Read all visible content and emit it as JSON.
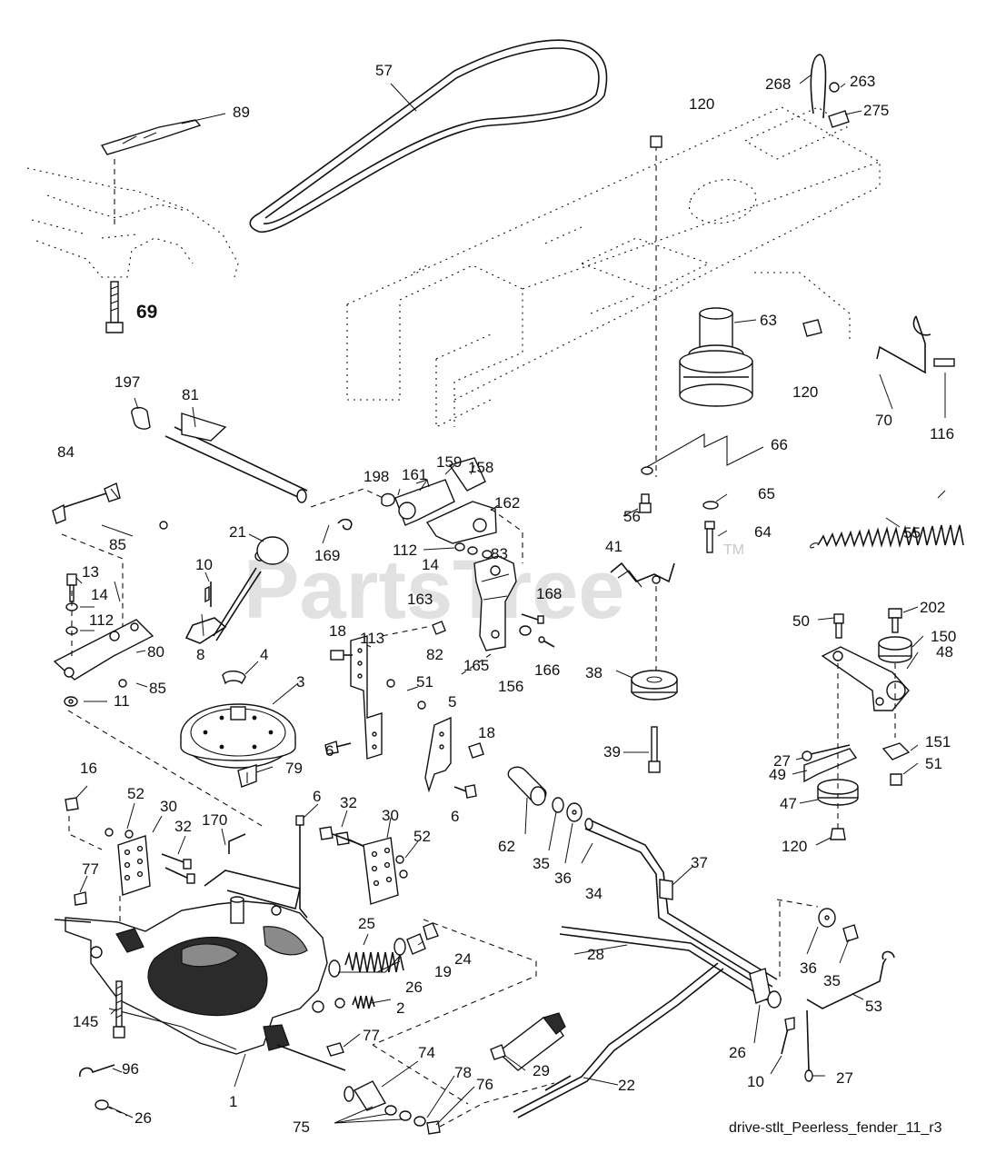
{
  "watermark": {
    "text": "PartsTree",
    "trademark": "TM"
  },
  "caption": "drive-stlt_Peerless_fender_11_r3",
  "callouts": [
    {
      "id": "c-57",
      "text": "57"
    },
    {
      "id": "c-89",
      "text": "89"
    },
    {
      "id": "c-69",
      "text": "69"
    },
    {
      "id": "c-120a",
      "text": "120"
    },
    {
      "id": "c-268",
      "text": "268"
    },
    {
      "id": "c-263",
      "text": "263"
    },
    {
      "id": "c-275",
      "text": "275"
    },
    {
      "id": "c-63",
      "text": "63"
    },
    {
      "id": "c-120b",
      "text": "120"
    },
    {
      "id": "c-70",
      "text": "70"
    },
    {
      "id": "c-116",
      "text": "116"
    },
    {
      "id": "c-197",
      "text": "197"
    },
    {
      "id": "c-81",
      "text": "81"
    },
    {
      "id": "c-84",
      "text": "84"
    },
    {
      "id": "c-85a",
      "text": "85"
    },
    {
      "id": "c-198",
      "text": "198"
    },
    {
      "id": "c-161",
      "text": "161"
    },
    {
      "id": "c-159",
      "text": "159"
    },
    {
      "id": "c-158",
      "text": "158"
    },
    {
      "id": "c-162",
      "text": "162"
    },
    {
      "id": "c-66",
      "text": "66"
    },
    {
      "id": "c-65",
      "text": "65"
    },
    {
      "id": "c-56",
      "text": "56"
    },
    {
      "id": "c-64",
      "text": "64"
    },
    {
      "id": "c-55",
      "text": "55"
    },
    {
      "id": "c-21",
      "text": "21"
    },
    {
      "id": "c-169",
      "text": "169"
    },
    {
      "id": "c-112a",
      "text": "112"
    },
    {
      "id": "c-14a",
      "text": "14"
    },
    {
      "id": "c-83",
      "text": "83"
    },
    {
      "id": "c-41",
      "text": "41"
    },
    {
      "id": "c-13",
      "text": "13"
    },
    {
      "id": "c-10a",
      "text": "10"
    },
    {
      "id": "c-14b",
      "text": "14"
    },
    {
      "id": "c-163",
      "text": "163"
    },
    {
      "id": "c-168",
      "text": "168"
    },
    {
      "id": "c-112b",
      "text": "112"
    },
    {
      "id": "c-80",
      "text": "80"
    },
    {
      "id": "c-8",
      "text": "8"
    },
    {
      "id": "c-82",
      "text": "82"
    },
    {
      "id": "c-165",
      "text": "165"
    },
    {
      "id": "c-166",
      "text": "166"
    },
    {
      "id": "c-156",
      "text": "156"
    },
    {
      "id": "c-50",
      "text": "50"
    },
    {
      "id": "c-202",
      "text": "202"
    },
    {
      "id": "c-150",
      "text": "150"
    },
    {
      "id": "c-48",
      "text": "48"
    },
    {
      "id": "c-4",
      "text": "4"
    },
    {
      "id": "c-18a",
      "text": "18"
    },
    {
      "id": "c-113",
      "text": "113"
    },
    {
      "id": "c-85b",
      "text": "85"
    },
    {
      "id": "c-51a",
      "text": "51"
    },
    {
      "id": "c-38",
      "text": "38"
    },
    {
      "id": "c-11",
      "text": "11"
    },
    {
      "id": "c-3",
      "text": "3"
    },
    {
      "id": "c-5",
      "text": "5"
    },
    {
      "id": "c-18b",
      "text": "18"
    },
    {
      "id": "c-6a",
      "text": "6"
    },
    {
      "id": "c-27a",
      "text": "27"
    },
    {
      "id": "c-151",
      "text": "151"
    },
    {
      "id": "c-51b",
      "text": "51"
    },
    {
      "id": "c-39",
      "text": "39"
    },
    {
      "id": "c-79",
      "text": "79"
    },
    {
      "id": "c-49",
      "text": "49"
    },
    {
      "id": "c-16",
      "text": "16"
    },
    {
      "id": "c-52a",
      "text": "52"
    },
    {
      "id": "c-30a",
      "text": "30"
    },
    {
      "id": "c-6b",
      "text": "6"
    },
    {
      "id": "c-32a",
      "text": "32"
    },
    {
      "id": "c-6c",
      "text": "6"
    },
    {
      "id": "c-47",
      "text": "47"
    },
    {
      "id": "c-32b",
      "text": "32"
    },
    {
      "id": "c-170",
      "text": "170"
    },
    {
      "id": "c-30b",
      "text": "30"
    },
    {
      "id": "c-52b",
      "text": "52"
    },
    {
      "id": "c-62",
      "text": "62"
    },
    {
      "id": "c-35a",
      "text": "35"
    },
    {
      "id": "c-36a",
      "text": "36"
    },
    {
      "id": "c-120c",
      "text": "120"
    },
    {
      "id": "c-37",
      "text": "37"
    },
    {
      "id": "c-77a",
      "text": "77"
    },
    {
      "id": "c-34",
      "text": "34"
    },
    {
      "id": "c-25",
      "text": "25"
    },
    {
      "id": "c-24",
      "text": "24"
    },
    {
      "id": "c-19",
      "text": "19"
    },
    {
      "id": "c-28",
      "text": "28"
    },
    {
      "id": "c-26a",
      "text": "26"
    },
    {
      "id": "c-36b",
      "text": "36"
    },
    {
      "id": "c-35b",
      "text": "35"
    },
    {
      "id": "c-145",
      "text": "145"
    },
    {
      "id": "c-2",
      "text": "2"
    },
    {
      "id": "c-53",
      "text": "53"
    },
    {
      "id": "c-77b",
      "text": "77"
    },
    {
      "id": "c-26b",
      "text": "26"
    },
    {
      "id": "c-96",
      "text": "96"
    },
    {
      "id": "c-29",
      "text": "29"
    },
    {
      "id": "c-74",
      "text": "74"
    },
    {
      "id": "c-10b",
      "text": "10"
    },
    {
      "id": "c-27b",
      "text": "27"
    },
    {
      "id": "c-78",
      "text": "78"
    },
    {
      "id": "c-22",
      "text": "22"
    },
    {
      "id": "c-76",
      "text": "76"
    },
    {
      "id": "c-1",
      "text": "1"
    },
    {
      "id": "c-26c",
      "text": "26"
    },
    {
      "id": "c-75",
      "text": "75"
    }
  ]
}
